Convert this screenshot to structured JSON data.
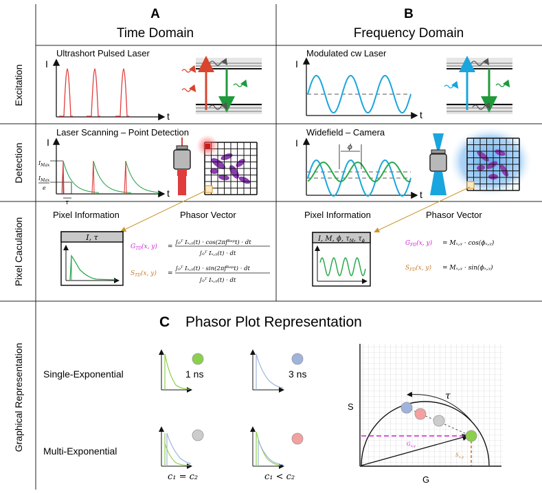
{
  "columns": {
    "a": {
      "letter": "A",
      "title": "Time Domain"
    },
    "b": {
      "letter": "B",
      "title": "Frequency Domain"
    }
  },
  "rows": {
    "excitation": "Excitation",
    "detection": "Detection",
    "pixel": "Pixel Caculation",
    "graphical": "Graphical Representation"
  },
  "excitation": {
    "a_title": "Ultrashort Pulsed Laser",
    "b_title": "Modulated cw Laser",
    "axis_i": "I",
    "axis_t": "t"
  },
  "detection": {
    "a_title": "Laser Scanning – Point  Detection",
    "b_title": "Widefield – Camera",
    "imax": "I",
    "imax_sub": "Max",
    "imax_e": "I",
    "imax_e_sub": "Max",
    "imax_e_den": "e",
    "tau": "τ",
    "phi": "ϕ"
  },
  "pixel": {
    "a_pixel_info": "Pixel Information",
    "a_phasor": "Phasor Vector",
    "b_pixel_info": "Pixel Information",
    "b_phasor": "Phasor Vector",
    "a_box_header": "I, τ",
    "b_box_header": "I, M, ϕ, τ",
    "b_box_header_sub1": "M",
    "b_box_header_mid": ", τ",
    "b_box_header_sub2": "ϕ",
    "g_td_lhs": "G",
    "g_td_lhs_sub": "TD",
    "g_td_lhs_rest": "(x, y)",
    "s_td_lhs": "S",
    "s_td_lhs_sub": "TD",
    "s_td_lhs_rest": "(x, y)",
    "g_td_num": "∫₀ᵀ Iₓ,ᵧ(t) · cos(2πfᴿᵉᵖt) · dt",
    "g_td_den": "∫₀ᵀ Iₓ,ᵧ(t) ·  dt",
    "s_td_num": "∫₀ᵀ Iₓ,ᵧ(t) · sin(2πfᴿᵉᵖt) · dt",
    "s_td_den": "∫₀ᵀ Iₓ,ᵧ(t) ·  dt",
    "g_fd_lhs": "G",
    "g_fd_lhs_sub": "FD",
    "g_fd_lhs_rest": "(x, y)",
    "g_fd_rhs": "= Mₓ,ᵧ · cos(ϕₓ,ᵧ)",
    "s_fd_lhs": "S",
    "s_fd_lhs_sub": "FD",
    "s_fd_lhs_rest": "(x, y)",
    "s_fd_rhs": "= Mₓ,ᵧ · sin(ϕₓ,ᵧ)",
    "eq_sign": "="
  },
  "section_c": {
    "letter": "C",
    "title": "Phasor Plot Representation",
    "single": "Single-Exponential",
    "multi": "Multi-Exponential",
    "ns1": "1 ns",
    "ns3": "3 ns",
    "c_eq": "c₁ = c₂",
    "c_lt": "c₁ < c₂",
    "axis_s": "S",
    "axis_g": "G",
    "tau": "τ",
    "g_label": "G",
    "g_label_sub": "x,y",
    "s_label": "S",
    "s_label_sub": "x,y"
  },
  "colors": {
    "red": "#e03c3c",
    "green": "#2aa84a",
    "blue": "#1aa8e0",
    "magenta": "#d21ed2",
    "orange": "#c8782a",
    "purple": "#7b3fa0",
    "grey_dot": "#cccccc",
    "blue_dot": "#9fb3dc",
    "pink_dot": "#f4a0a0",
    "green_dot": "#8bd04b"
  }
}
